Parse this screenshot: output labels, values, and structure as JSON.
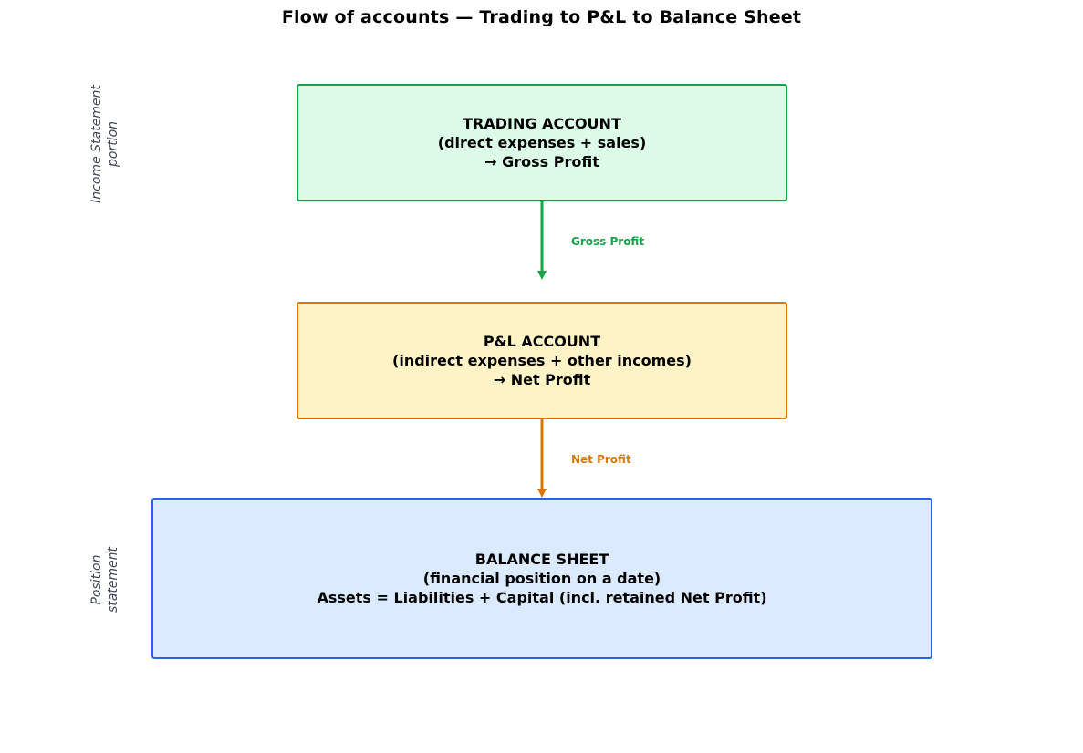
{
  "title": "Flow of accounts — Trading to P&L to Balance Sheet",
  "side_labels": {
    "income_statement": [
      "Income Statement",
      "portion"
    ],
    "position_statement": [
      "Position",
      "statement"
    ]
  },
  "boxes": [
    {
      "id": "trading",
      "lines": [
        "TRADING ACCOUNT",
        "(direct expenses + sales)",
        "→ Gross Profit"
      ],
      "border_color": "#16a34a",
      "fill_color": "#dcfce7"
    },
    {
      "id": "pl",
      "lines": [
        "P&L ACCOUNT",
        "(indirect expenses + other incomes)",
        "→ Net Profit"
      ],
      "border_color": "#d97706",
      "fill_color": "#fef3c7"
    },
    {
      "id": "balance",
      "lines": [
        "BALANCE SHEET",
        "(financial position on a date)",
        "Assets = Liabilities + Capital (incl. retained Net Profit)"
      ],
      "border_color": "#2563eb",
      "fill_color": "#dbeafe"
    }
  ],
  "arrows": [
    {
      "from": "trading",
      "to": "pl",
      "label": "Gross Profit",
      "color": "#16a34a"
    },
    {
      "from": "pl",
      "to": "balance",
      "label": "Net Profit",
      "color": "#d97706"
    }
  ]
}
